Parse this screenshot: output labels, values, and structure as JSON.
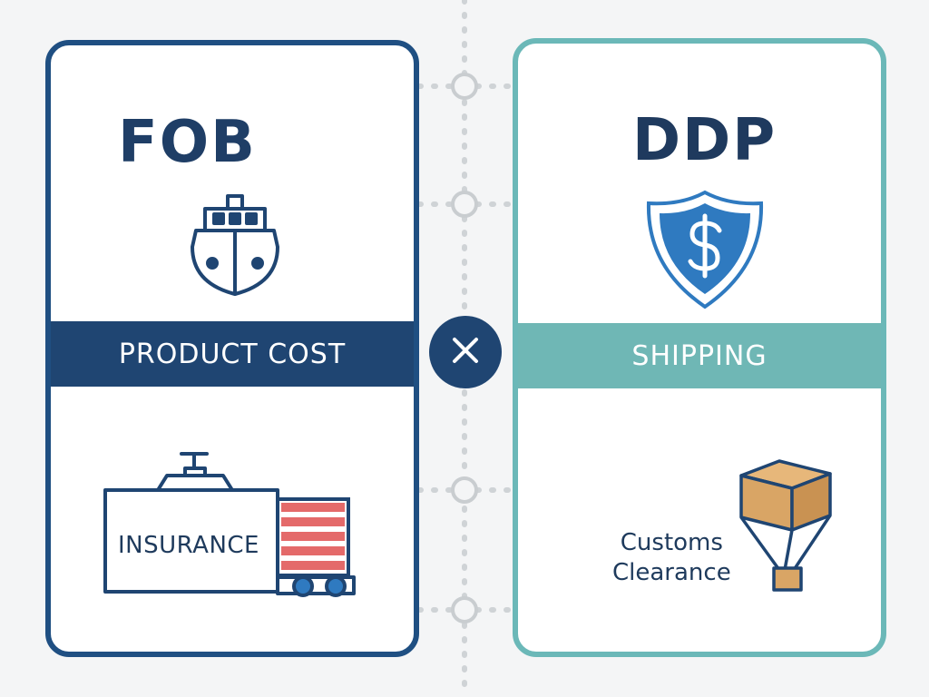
{
  "diagram": {
    "left_card": {
      "title": "FOB",
      "band_label": "PRODUCT COST",
      "bottom_label": "INSURANCE",
      "top_icon": "ship-icon",
      "bottom_icon": "cargo-ship-icon",
      "border_color": "#1f4f82",
      "band_color": "#1f4572"
    },
    "right_card": {
      "title": "DDP",
      "band_label": "SHIPPING",
      "bottom_label_line1": "Customs",
      "bottom_label_line2": "Clearance",
      "top_icon": "shield-dollar-icon",
      "bottom_icon": "parachute-box-icon",
      "border_color": "#6bb8b8",
      "band_color": "#6fb7b5"
    },
    "center_symbol_icon": "multiply-icon",
    "accent_colors": {
      "navy": "#1f4572",
      "teal": "#6fb7b5",
      "shield_blue": "#2f7ac0",
      "box_tan": "#d9a565",
      "stripe_red": "#e46a6a"
    }
  }
}
